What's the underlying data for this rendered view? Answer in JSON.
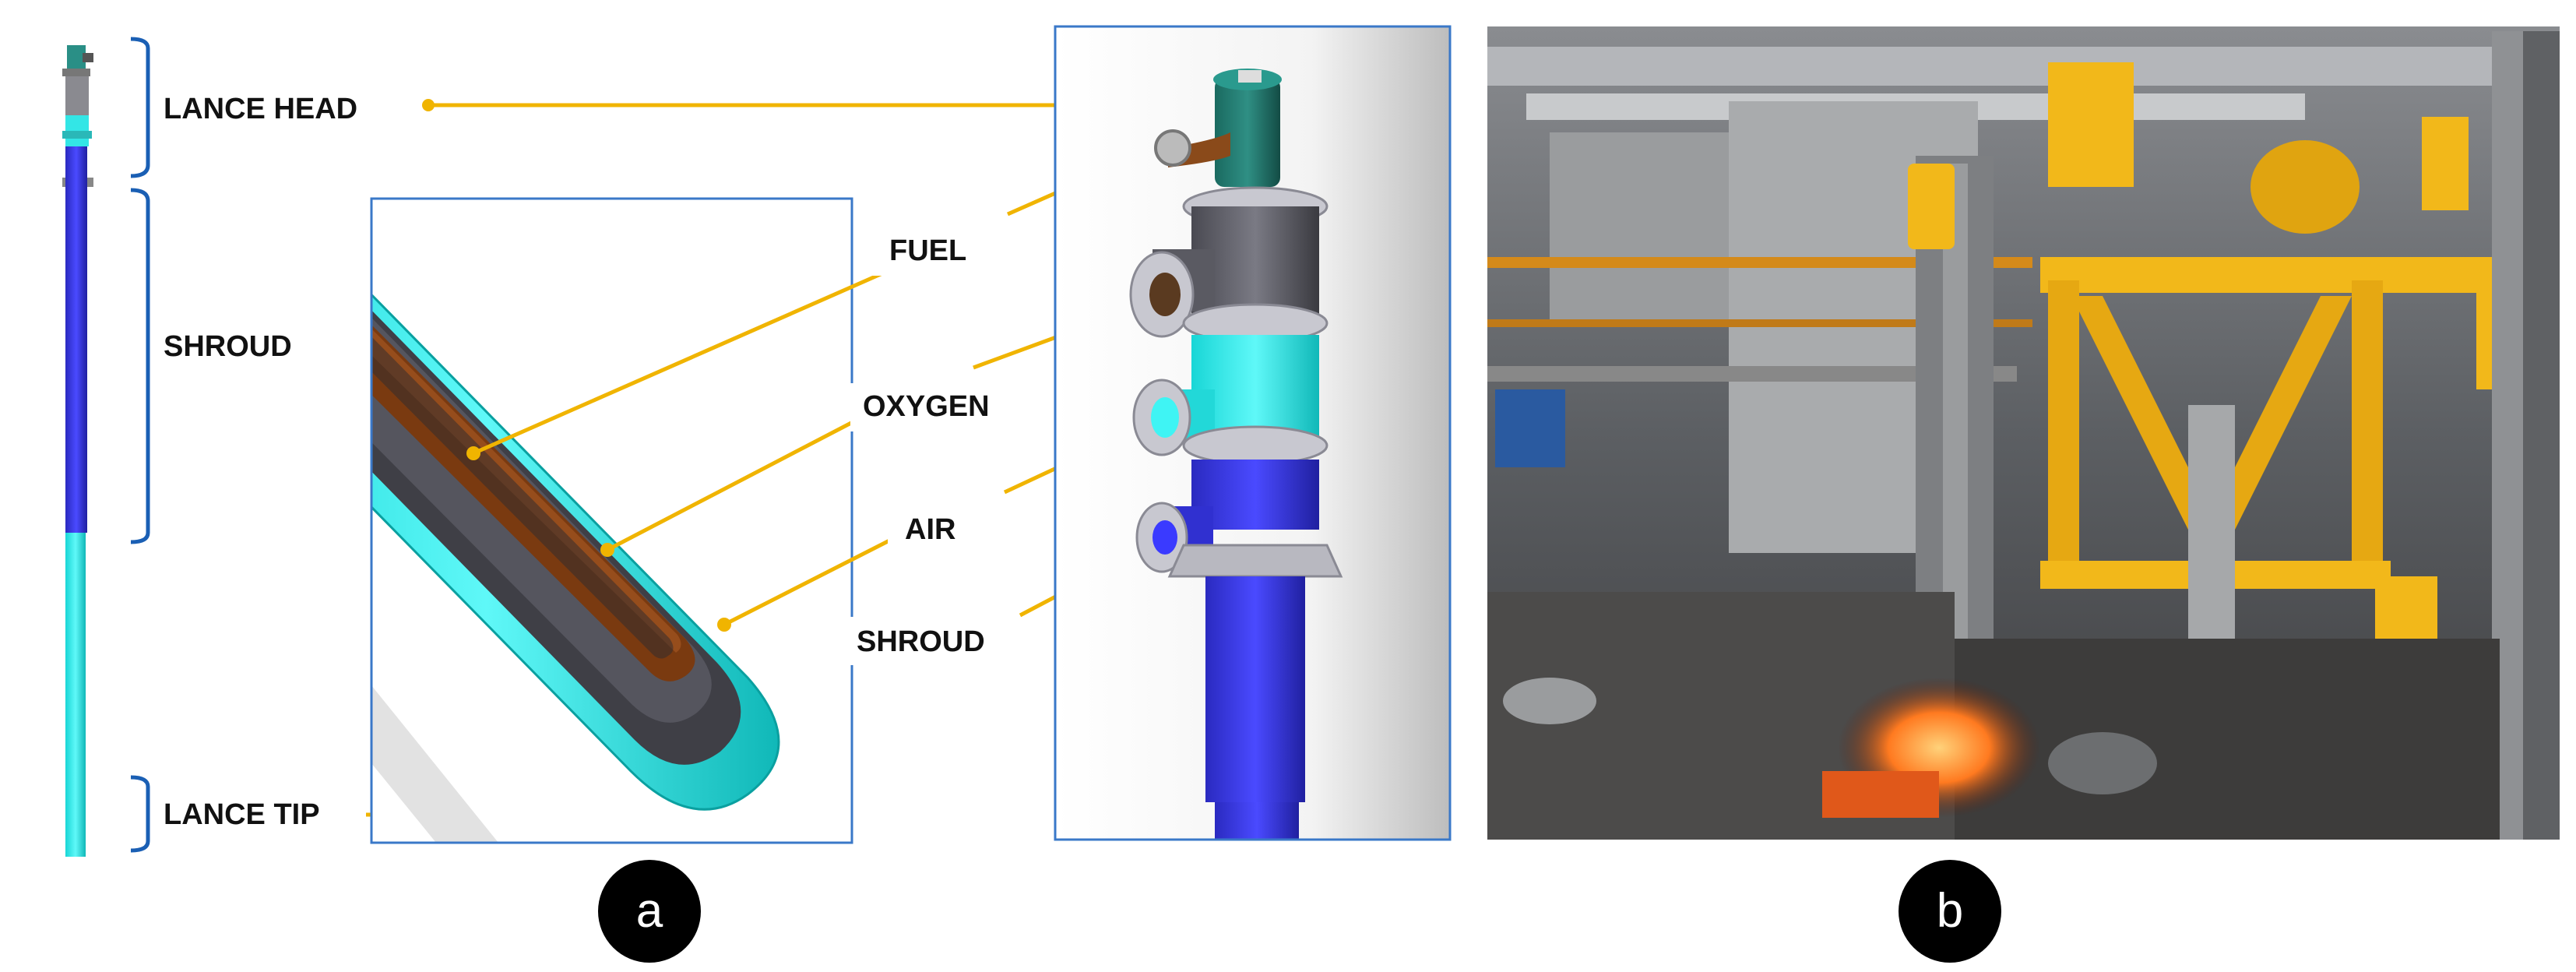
{
  "labels": {
    "lance_head": "LANCE HEAD",
    "shroud_left": "SHROUD",
    "lance_tip": "LANCE TIP",
    "fuel": "FUEL",
    "oxygen": "OXYGEN",
    "air": "AIR",
    "shroud_right": "SHROUD"
  },
  "panels": {
    "a": "a",
    "b": "b"
  },
  "colors": {
    "leader_line": "#f0b400",
    "shroud_cyan": "#2ff0f0",
    "blue_section": "#3a3ad8",
    "fuel_brown": "#7a3a10",
    "frame_blue": "#3a78c8",
    "bracket_blue": "#1a5fb4",
    "steel_yellow": "#f2b81a"
  }
}
